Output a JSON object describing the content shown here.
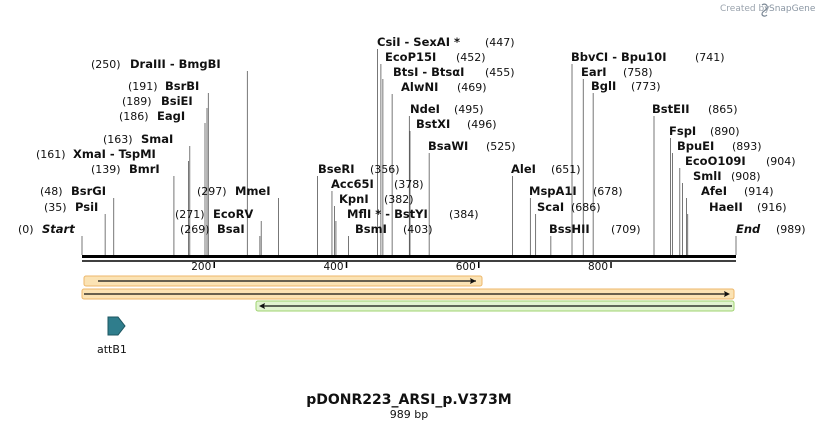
{
  "credit": {
    "prefix": "Created by",
    "brand": "SnapGene"
  },
  "map": {
    "title": "pDONR223_ARSI_p.V373M",
    "length_label": "989 bp",
    "length_bp": 989,
    "ruler_ticks": [
      "200",
      "400",
      "600",
      "800"
    ]
  },
  "sites": [
    {
      "name": "Start",
      "pos": "(0)",
      "bp": 0,
      "italic": true
    },
    {
      "name": "PsiI",
      "pos": "(35)",
      "bp": 35
    },
    {
      "name": "BsrGI",
      "pos": "(48)",
      "bp": 48
    },
    {
      "name": "BmrI",
      "pos": "(139)",
      "bp": 139
    },
    {
      "name": "XmaI",
      "name2": "TspMI",
      "pos": "(161)",
      "bp": 161
    },
    {
      "name": "SmaI",
      "pos": "(163)",
      "bp": 163
    },
    {
      "name": "EagI",
      "pos": "(186)",
      "bp": 186
    },
    {
      "name": "BsiEI",
      "pos": "(189)",
      "bp": 189
    },
    {
      "name": "BsrBI",
      "pos": "(191)",
      "bp": 191
    },
    {
      "name": "DraIII",
      "name2": "BmgBI",
      "pos": "(250)",
      "bp": 250
    },
    {
      "name": "BsaI",
      "pos": "(269)",
      "bp": 269
    },
    {
      "name": "EcoRV",
      "pos": "(271)",
      "bp": 271
    },
    {
      "name": "MmeI",
      "pos": "(297)",
      "bp": 297
    },
    {
      "name": "BseRI",
      "pos": "(356)",
      "bp": 356
    },
    {
      "name": "Acc65I",
      "pos": "(378)",
      "bp": 378
    },
    {
      "name": "KpnI",
      "pos": "(382)",
      "bp": 382
    },
    {
      "name": "MflI",
      "star": true,
      "name2": "BstYI",
      "pos": "(384)",
      "bp": 384
    },
    {
      "name": "BsmI",
      "pos": "(403)",
      "bp": 403
    },
    {
      "name": "CsiI",
      "name2": "SexAI",
      "star2": true,
      "pos": "(447)",
      "bp": 447
    },
    {
      "name": "EcoP15I",
      "pos": "(452)",
      "bp": 452
    },
    {
      "name": "BtsI",
      "name2": "BtsαI",
      "pos": "(455)",
      "bp": 455
    },
    {
      "name": "AlwNI",
      "pos": "(469)",
      "bp": 469
    },
    {
      "name": "NdeI",
      "pos": "(495)",
      "bp": 495
    },
    {
      "name": "BstXI",
      "pos": "(496)",
      "bp": 496
    },
    {
      "name": "BsaWI",
      "pos": "(525)",
      "bp": 525
    },
    {
      "name": "AleI",
      "pos": "(651)",
      "bp": 651
    },
    {
      "name": "MspA1I",
      "pos": "(678)",
      "bp": 678
    },
    {
      "name": "ScaI",
      "pos": "(686)",
      "bp": 686
    },
    {
      "name": "BssHII",
      "pos": "(709)",
      "bp": 709
    },
    {
      "name": "BbvCI",
      "name2": "Bpu10I",
      "pos": "(741)",
      "bp": 741
    },
    {
      "name": "EarI",
      "pos": "(758)",
      "bp": 758
    },
    {
      "name": "BglI",
      "pos": "(773)",
      "bp": 773
    },
    {
      "name": "BstEII",
      "pos": "(865)",
      "bp": 865
    },
    {
      "name": "FspI",
      "pos": "(890)",
      "bp": 890
    },
    {
      "name": "BpuEI",
      "pos": "(893)",
      "bp": 893
    },
    {
      "name": "EcoO109I",
      "pos": "(904)",
      "bp": 904
    },
    {
      "name": "SmlI",
      "pos": "(908)",
      "bp": 908
    },
    {
      "name": "AfeI",
      "pos": "(914)",
      "bp": 914
    },
    {
      "name": "HaeII",
      "pos": "(916)",
      "bp": 916
    },
    {
      "name": "End",
      "pos": "(989)",
      "bp": 989,
      "italic": true
    }
  ],
  "features": [
    {
      "name": "attB1"
    }
  ]
}
